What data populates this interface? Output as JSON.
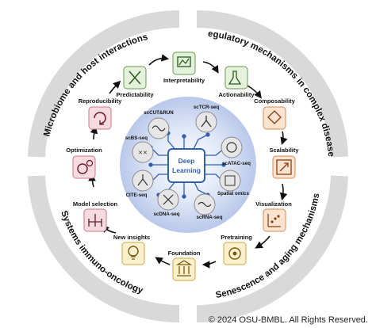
{
  "ring": {
    "top_left": "Microbiome and host interactions",
    "top_right": "Regulatory mechanisms in complex diseases",
    "bottom_left": "Systems immuno-oncology",
    "bottom_right": "Senescence and aging mechanisms"
  },
  "center": {
    "line1": "Deep",
    "line2": "Learning"
  },
  "omics": {
    "scCUTRUN": "scCUT&RUN",
    "scTCR": "scTCR-seq",
    "scBS": "scBS-seq",
    "scATAC": "scATAC-seq",
    "CITE": "CITE-seq",
    "spatial": "Spatial omics",
    "scDNA": "scDNA-seq",
    "scRNA": "scRNA-seq"
  },
  "cycle": {
    "predictability": "Predictability",
    "interpretability": "Interpretability",
    "actionability": "Actionability",
    "composability": "Composability",
    "scalability": "Scalability",
    "visualization": "Visualization",
    "pretraining": "Pretraining",
    "foundation": "Foundation",
    "new_insights": "New insights",
    "model_selection": "Model selection",
    "optimization": "Optimization",
    "reproducibility": "Reproducibility"
  },
  "colors": {
    "green_box": "#e4f1dc",
    "orange_box": "#fbe3d2",
    "yellow_box": "#fbf1cf",
    "pink_box": "#f6dbe1",
    "ring_grey": "#d9d9d9",
    "center_blue": "#c9d6ef",
    "chip_blue": "#2f5fb3"
  },
  "copyright": "© 2024 OSU-BMBL. All Rights Reserved."
}
